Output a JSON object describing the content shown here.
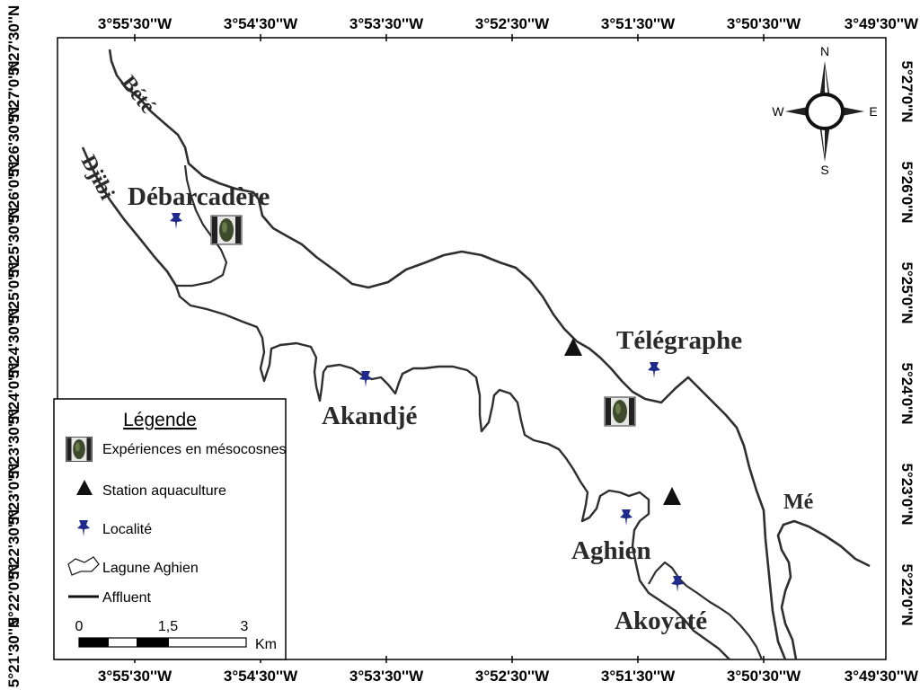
{
  "map": {
    "top_longitude_labels": [
      "3°55'30''W",
      "3°54'30''W",
      "3°53'30''W",
      "3°52'30''W",
      "3°51'30''W",
      "3°50'30''W",
      "3°49'30''W"
    ],
    "bottom_longitude_labels": [
      "3°55'30''W",
      "3°54'30''W",
      "3°53'30''W",
      "3°52'30''W",
      "3°51'30''W",
      "3°50'30''W",
      "3°49'30''W"
    ],
    "left_latitude_labels": [
      "5°27'30''N",
      "5°27'0''N",
      "5°26'30''N",
      "5°26'0''N",
      "5°25'30''N",
      "5°25'0''N",
      "5°24'30''N",
      "5°24'0''N",
      "5°23'30''N",
      "5°23'0''N",
      "5°22'30''N",
      "5°22'0''N",
      "5°21'30''N"
    ],
    "right_latitude_labels": [
      "5°27'0''N",
      "5°26'0''N",
      "5°25'0''N",
      "5°24'0''N",
      "5°23'0''N",
      "5°22'0''N"
    ],
    "places": {
      "debarcadere": "Débarcadère",
      "telegraphe": "Télégraphe",
      "akandje": "Akandjé",
      "aghien": "Aghien",
      "akoyate": "Akoyaté"
    },
    "rivers": {
      "bete": "Bété",
      "djibi": "Djibi",
      "me": "Mé"
    },
    "compass": {
      "n": "N",
      "s": "S",
      "e": "E",
      "w": "W"
    },
    "colors": {
      "localite": "#1f2a8c",
      "water_line": "#2f2f2f"
    }
  },
  "legend": {
    "title": "Légende",
    "items": [
      {
        "icon": "mesocosm-icon",
        "label": "Expériences en mésocosnes"
      },
      {
        "icon": "triangle-icon",
        "label": "Station aquaculture"
      },
      {
        "icon": "pushpin-icon",
        "label": "Localité"
      },
      {
        "icon": "lagoon-outline-icon",
        "label": "Lagune Aghien"
      },
      {
        "icon": "line-icon",
        "label": "Affluent"
      }
    ],
    "scale": {
      "labels": [
        "0",
        "1,5",
        "3"
      ],
      "unit": "Km"
    }
  }
}
